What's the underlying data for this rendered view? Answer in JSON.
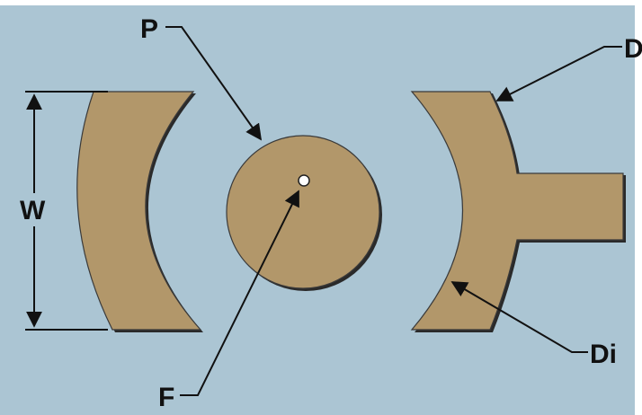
{
  "colors": {
    "background": "#abc5d3",
    "shape_fill": "#b2976a",
    "shape_shadow": "#2a2a2a",
    "outline": "#3a3a3a",
    "feed_point": "#ffffff",
    "line": "#111111"
  },
  "labels": {
    "p": "P",
    "d": "D",
    "w": "W",
    "di": "Di",
    "f": "F"
  }
}
